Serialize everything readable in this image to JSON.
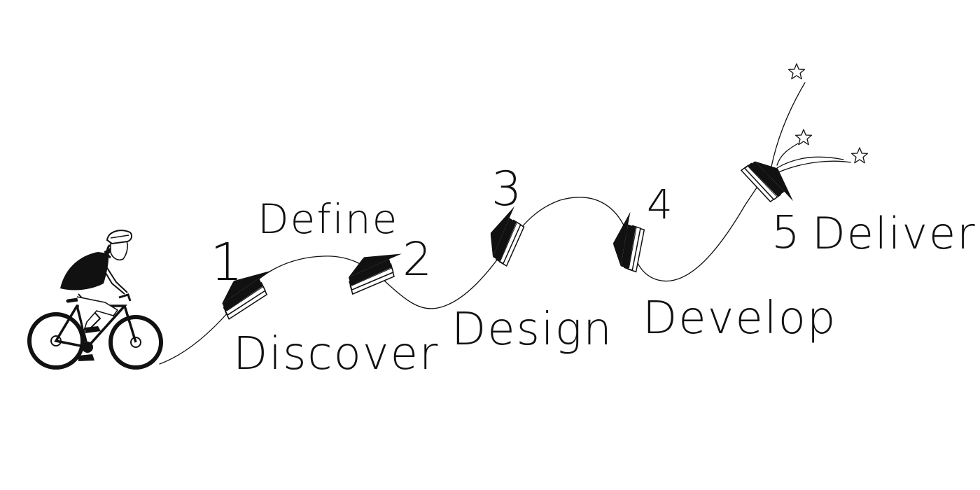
{
  "steps": [
    {
      "number": "1",
      "label": "Discover"
    },
    {
      "number": "2",
      "label": "Define"
    },
    {
      "number": "3",
      "label": "Design"
    },
    {
      "number": "4",
      "label": "Develop"
    },
    {
      "number": "5",
      "label": "Deliver"
    }
  ],
  "colors": {
    "ink": "#111111",
    "paper": "#ffffff"
  },
  "icons": {
    "rider": "cyclist-icon",
    "milestone": "book-icon",
    "goal": "star-icon"
  }
}
